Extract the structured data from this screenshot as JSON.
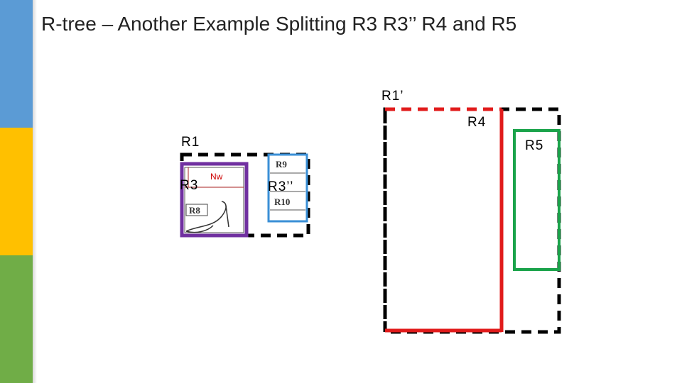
{
  "slide": {
    "title": "R-tree – Another Example Splitting R3 R3’’ R4 and R5"
  },
  "diagram": {
    "labels": {
      "r1_prime": "R1’",
      "r4": "R4",
      "r5": "R5",
      "r1": "R1",
      "r3": "R3",
      "r3_double_prime": "R3’’",
      "nw": "Nw",
      "r9": "R9",
      "r10": "R10",
      "r8": "R8"
    },
    "colors": {
      "r1_border": "#000000",
      "r4_border": "#e11b1b",
      "r5_border": "#1aa34a",
      "r3_border": "#7030a0",
      "r3_double_prime_border": "#3a8fd6",
      "nw_text": "#cc0000",
      "accent_blue": "#5b9bd5",
      "accent_yellow": "#ffc000",
      "accent_green": "#70ad47"
    }
  }
}
